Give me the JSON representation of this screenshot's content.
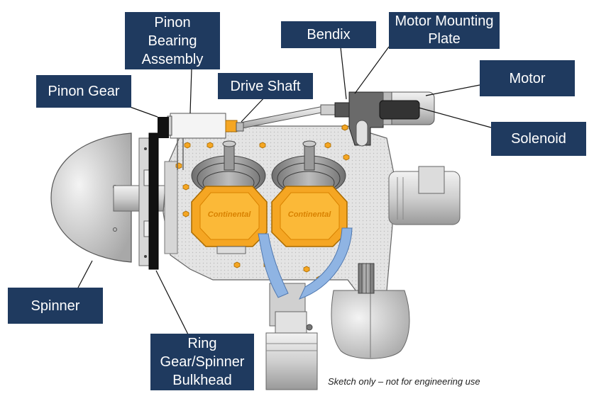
{
  "labels": {
    "pinon_bearing_assembly": "Pinon Bearing Assembly",
    "bendix": "Bendix",
    "motor_mounting_plate": "Motor Mounting Plate",
    "motor": "Motor",
    "pinon_gear": "Pinon Gear",
    "drive_shaft": "Drive Shaft",
    "solenoid": "Solenoid",
    "spinner": "Spinner",
    "ring_gear_spinner_bulkhead": "Ring Gear/Spinner Bulkhead"
  },
  "cylinder_brand": "Continental",
  "footnote": "Sketch only – not for engineering use",
  "colors": {
    "callout_bg": "#1f3a5f",
    "callout_text": "#ffffff",
    "valve_cover": "#f5a623",
    "intake_tube": "#8fb4e3",
    "engine_case": "#e6e6e6"
  }
}
